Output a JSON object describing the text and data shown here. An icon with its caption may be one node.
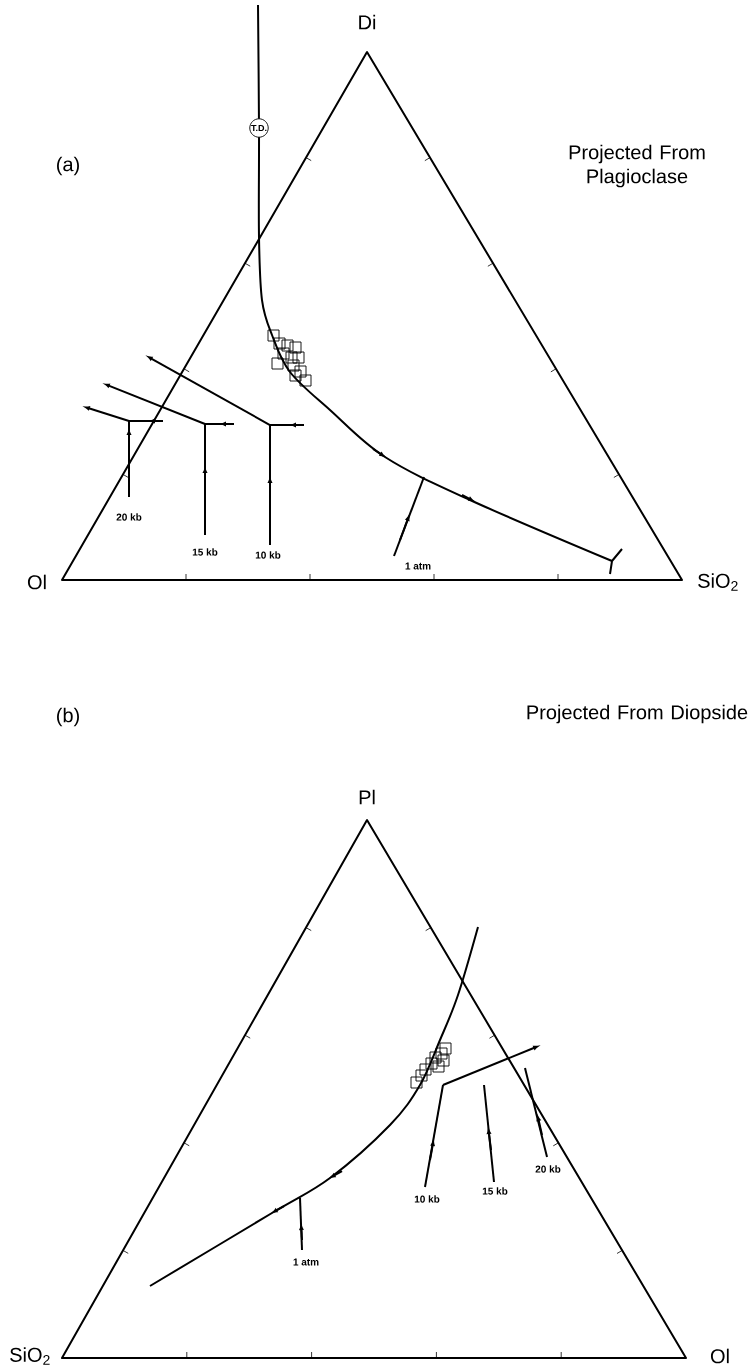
{
  "diagram": {
    "nodes": [
      {
        "text": [
          "T.D."
        ]
      }
    ],
    "labels": [
      "Di",
      "(a)",
      "Projected From Plagioclase",
      "20 kb",
      "15 kb",
      "10 kb",
      "1 atm",
      "Ol",
      "SiO$_{2}$",
      "Pl",
      "(b)",
      "Projected From Diopside",
      "10 kb",
      "15 kb",
      "20 kb",
      "1 atm",
      "SiO$_{2}$",
      "Ol"
    ]
  }
}
